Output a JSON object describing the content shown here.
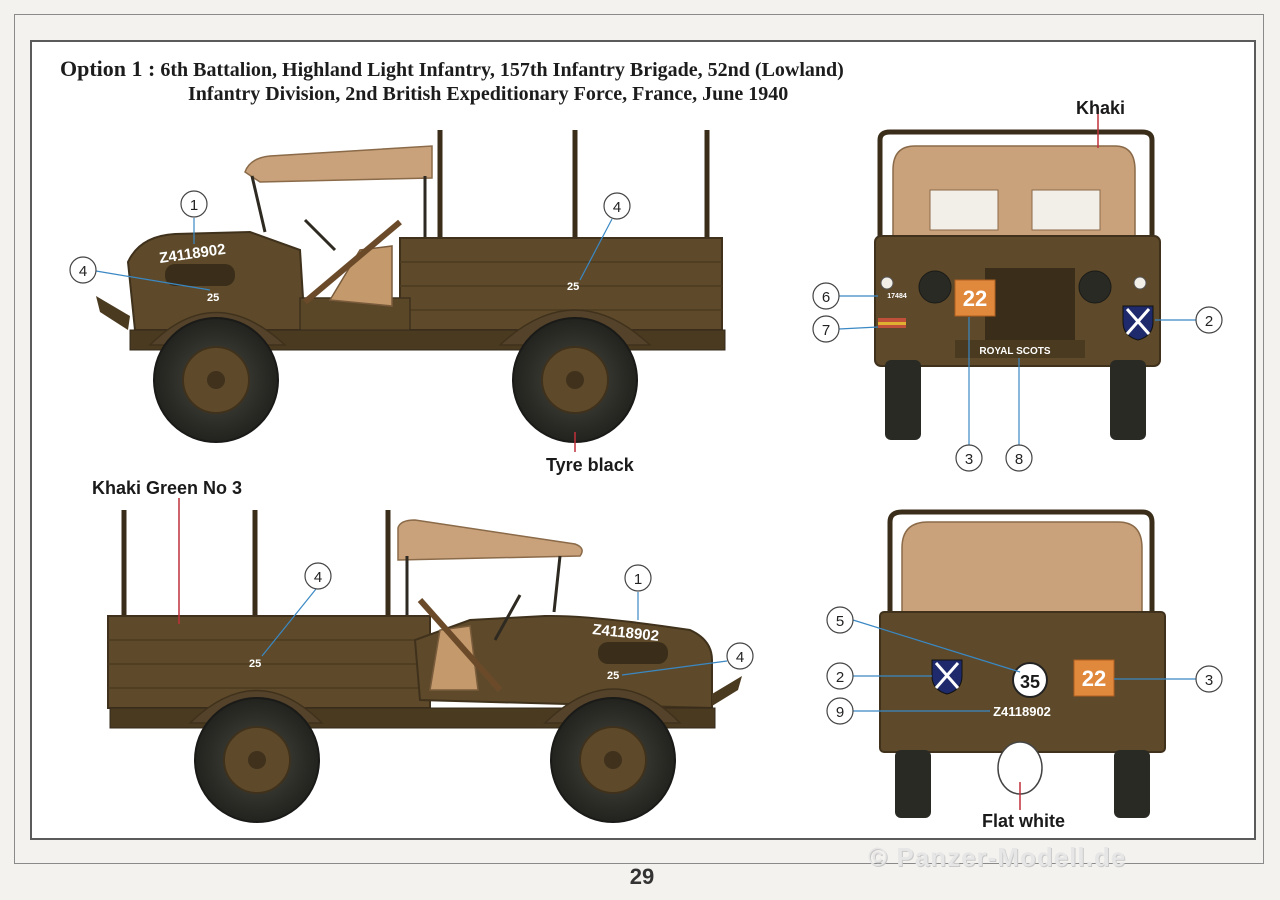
{
  "title": {
    "option": "Option 1 :",
    "line1": "6th Battalion, Highland Light Infantry, 157th Infantry Brigade, 52nd (Lowland)",
    "line2": "Infantry Division, 2nd British Expeditionary Force, France, June 1940"
  },
  "colour_labels": {
    "khaki": "Khaki",
    "tyre": "Tyre black",
    "khaki_green": "Khaki Green No 3",
    "flat_white": "Flat white"
  },
  "markings": {
    "serial": "Z4118902",
    "bridge_class": "25",
    "unit_code": "22",
    "vehicle_no": "35",
    "regiment": "ROYAL SCOTS",
    "small_plate": "17484"
  },
  "callouts": {
    "n1": "1",
    "n2": "2",
    "n3": "3",
    "n4": "4",
    "n5": "5",
    "n6": "6",
    "n7": "7",
    "n8": "8",
    "n9": "9"
  },
  "page_number": "29",
  "watermark": "© Panzer-Modell.de",
  "colors": {
    "body_olive": "#5e4a2a",
    "body_dark": "#3f311c",
    "canvas_khaki": "#c9a27c",
    "tyre": "#2a2a25",
    "unit_orange": "#e0883c",
    "shield_navy": "#1e2a6b",
    "callout_line": "#3a88c4",
    "colour_line": "#c0303a"
  },
  "icons": [
    "saltire-shield-icon",
    "unit-code-plate",
    "bridge-class-disc"
  ]
}
